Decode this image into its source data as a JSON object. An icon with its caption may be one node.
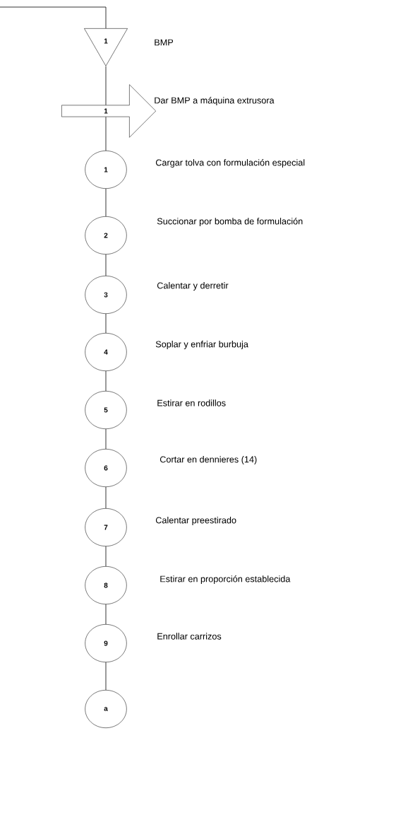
{
  "diagram": {
    "nodes": [
      {
        "text": [
          "1"
        ],
        "beside": [
          "BMP"
        ]
      },
      {
        "text": [
          "1"
        ],
        "beside": [
          "Dar BMP a máquina extrusora"
        ]
      },
      {
        "text": [
          "1"
        ],
        "beside": [
          "Cargar tolva con formulación especial"
        ]
      },
      {
        "text": [
          "2"
        ],
        "beside": [
          "Succionar por bomba de formulación"
        ]
      },
      {
        "text": [
          "3"
        ],
        "beside": [
          "Calentar y derretir"
        ]
      },
      {
        "text": [
          "4"
        ],
        "beside": [
          "Soplar y enfriar burbuja"
        ]
      },
      {
        "text": [
          "5"
        ],
        "beside": [
          "Estirar en rodillos"
        ]
      },
      {
        "text": [
          "6"
        ],
        "beside": [
          "Cortar en dennieres (14)"
        ]
      },
      {
        "text": [
          "7"
        ],
        "beside": [
          "Calentar preestirado"
        ]
      },
      {
        "text": [
          "8"
        ],
        "beside": [
          "Estirar en proporción establecida"
        ]
      },
      {
        "text": [
          "9"
        ],
        "beside": [
          "Enrollar carrizos"
        ]
      },
      {
        "text": [
          "a"
        ]
      }
    ],
    "edges": [
      {
        "from": null,
        "to": 0,
        "arrow": "none"
      },
      {
        "from": 0,
        "to": 1,
        "arrow": "none"
      },
      {
        "from": 1,
        "to": 2,
        "arrow": "none"
      },
      {
        "from": 2,
        "to": 3,
        "arrow": "none"
      },
      {
        "from": 3,
        "to": 4,
        "arrow": "none"
      },
      {
        "from": 4,
        "to": 5,
        "arrow": "none"
      },
      {
        "from": 5,
        "to": 6,
        "arrow": "none"
      },
      {
        "from": 6,
        "to": 7,
        "arrow": "none"
      },
      {
        "from": 7,
        "to": 8,
        "arrow": "none"
      },
      {
        "from": 8,
        "to": 9,
        "arrow": "none"
      },
      {
        "from": 9,
        "to": 10,
        "arrow": "none"
      },
      {
        "from": 10,
        "to": 11,
        "arrow": "none"
      }
    ]
  }
}
